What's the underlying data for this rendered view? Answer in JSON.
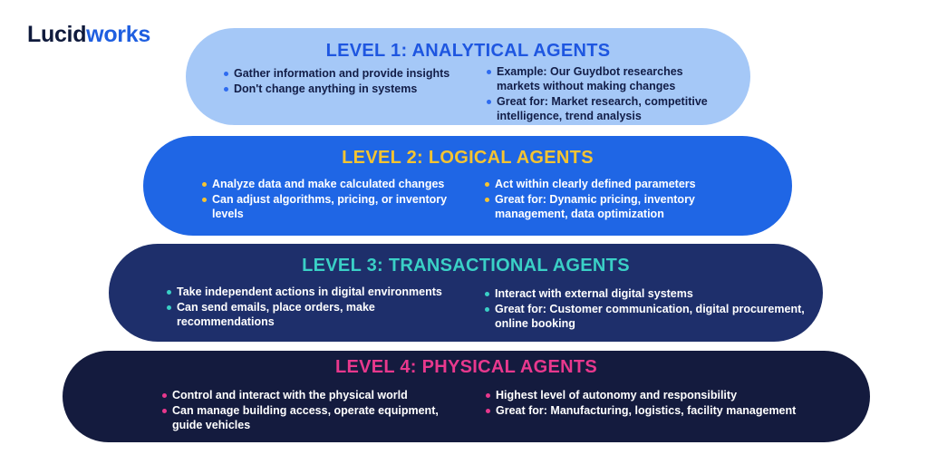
{
  "logo": {
    "part1": "Lucid",
    "part2": "works"
  },
  "levels": [
    {
      "title": "LEVEL 1: ANALYTICAL AGENTS",
      "left": [
        "Gather information and provide insights",
        "Don't change anything in systems"
      ],
      "right": [
        "Example: Our Guydbot researches markets without making changes",
        "Great for: Market research, competitive intelligence, trend analysis"
      ]
    },
    {
      "title": "LEVEL 2: LOGICAL AGENTS",
      "left": [
        "Analyze data and make calculated changes",
        "Can adjust algorithms, pricing, or inventory levels"
      ],
      "right": [
        "Act within clearly defined parameters",
        "Great for: Dynamic pricing, inventory management, data optimization"
      ]
    },
    {
      "title": "LEVEL 3: TRANSACTIONAL AGENTS",
      "left": [
        "Take independent actions in digital environments",
        "Can send emails, place orders, make recommendations"
      ],
      "right": [
        "Interact with external digital systems",
        "Great for: Customer communication, digital procurement, online booking"
      ]
    },
    {
      "title": "LEVEL 4: PHYSICAL AGENTS",
      "left": [
        "Control and interact with the physical world",
        "Can manage building access, operate equipment, guide vehicles"
      ],
      "right": [
        "Highest level of autonomy and responsibility",
        "Great for: Manufacturing, logistics, facility management"
      ]
    }
  ],
  "colors": {
    "level1_bg": "#a5c8f7",
    "level1_accent": "#1e56e0",
    "level2_bg": "#1f66e5",
    "level2_accent": "#f6c431",
    "level3_bg": "#1e2f6b",
    "level3_accent": "#3ad0c6",
    "level4_bg": "#141b3e",
    "level4_accent": "#e8388d"
  }
}
